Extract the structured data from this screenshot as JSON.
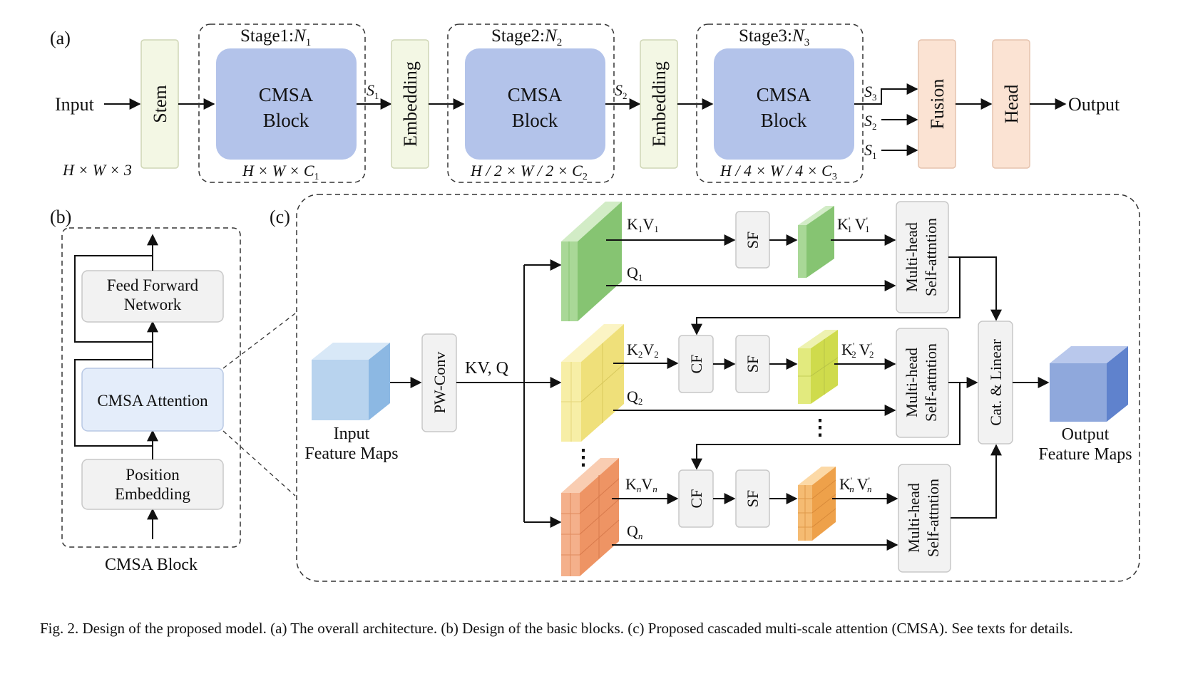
{
  "panel_a": {
    "label": "(a)",
    "input": "Input",
    "output": "Output",
    "stem": "Stem",
    "embedding": "Embedding",
    "fusion": "Fusion",
    "head": "Head",
    "block_line1": "CMSA",
    "block_line2": "Block",
    "stages": [
      {
        "name": "Stage1:",
        "n": "N",
        "n_sub": "1",
        "dim_main": "H × W × C",
        "dim_sub": "1"
      },
      {
        "name": "Stage2:",
        "n": "N",
        "n_sub": "2",
        "dim_main": "H / 2  × W / 2  × C",
        "dim_sub": "2"
      },
      {
        "name": "Stage3:",
        "n": "N",
        "n_sub": "3",
        "dim_main": "H / 4  × W / 4  × C",
        "dim_sub": "3"
      }
    ],
    "input_dim": "H × W × 3",
    "s_label": "S",
    "s_subs": [
      "1",
      "2",
      "3"
    ]
  },
  "panel_b": {
    "label": "(b)",
    "ffn_line1": "Feed Forward",
    "ffn_line2": "Network",
    "attention": "CMSA Attention",
    "pos_line1": "Position",
    "pos_line2": "Embedding",
    "caption": "CMSA Block"
  },
  "panel_c": {
    "label": "(c)",
    "input_line1": "Input",
    "input_line2": "Feature Maps",
    "pwconv": "PW-Conv",
    "kvq": "KV, Q",
    "cf": "CF",
    "sf": "SF",
    "mhsa_line1": "Multi-head",
    "mhsa_line2": "Self-attntion",
    "cat": "Cat. & Linear",
    "output_line1": "Output",
    "output_line2": "Feature Maps",
    "k": "K",
    "v": "V",
    "q": "Q",
    "subs": [
      "1",
      "2",
      "n"
    ],
    "prime": "'",
    "vdots": "⋮"
  },
  "colors": {
    "stem": "#f3f7e4",
    "embedding": "#f3f7e4",
    "block": "#b3c3ea",
    "fusion": "#fbe3d3",
    "head": "#fbe3d3",
    "gray_box": "#f2f2f2",
    "green": "#9fd38f",
    "yellow": "#f5ec9c",
    "orange": "#f4a77c",
    "light_blue": "#b8d3ee",
    "output_blue": "#8fa8dc"
  },
  "caption": "Fig. 2.  Design of the proposed model. (a) The overall architecture. (b) Design of the basic blocks. (c) Proposed cascaded multi-scale attention (CMSA). See texts for details."
}
